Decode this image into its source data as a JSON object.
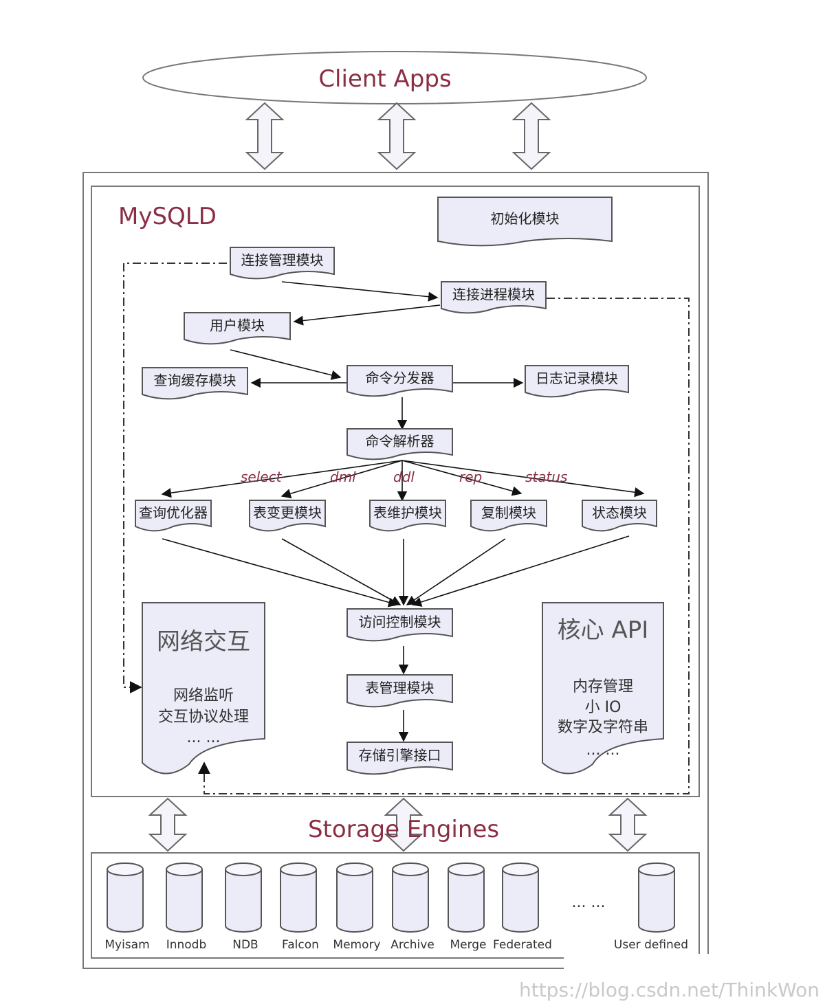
{
  "client_apps": "Client Apps",
  "mysqld_title": "MySQLD",
  "storage_title": "Storage Engines",
  "modules": {
    "init": "初始化模块",
    "conn_mgr": "连接管理模块",
    "conn_thread": "连接进程模块",
    "user": "用户模块",
    "query_cache": "查询缓存模块",
    "dispatcher": "命令分发器",
    "logger": "日志记录模块",
    "parser": "命令解析器",
    "optimizer": "查询优化器",
    "table_change": "表变更模块",
    "table_maint": "表维护模块",
    "replication": "复制模块",
    "status_mod": "状态模块",
    "access_ctrl": "访问控制模块",
    "table_mgr": "表管理模块",
    "storage_iface": "存储引擎接口"
  },
  "edge_labels": {
    "select": "select",
    "dml": "dml",
    "ddl": "ddl",
    "rep": "rep",
    "status": "status"
  },
  "network_panel": {
    "title": "网络交互",
    "line1": "网络监听",
    "line2": "交互协议处理",
    "ellipsis": "... ..."
  },
  "core_panel": {
    "title": "核心 API",
    "line1": "内存管理",
    "line2": "小 IO",
    "line3": "数字及字符串",
    "ellipsis": "... ..."
  },
  "engines": [
    "Myisam",
    "Innodb",
    "NDB",
    "Falcon",
    "Memory",
    "Archive",
    "Merge",
    "Federated",
    "User defined"
  ],
  "engines_ellipsis": "... ...",
  "watermark": "https://blog.csdn.net/ThinkWon",
  "colors": {
    "box_fill": "#ececf8",
    "accent": "#8a2e45",
    "stroke": "#555555"
  }
}
